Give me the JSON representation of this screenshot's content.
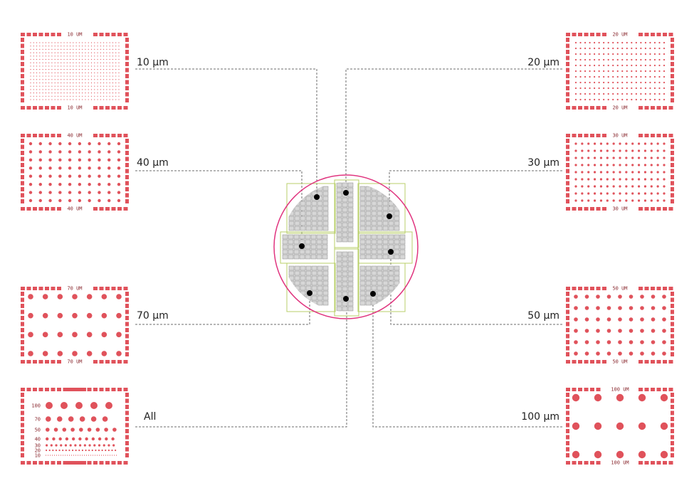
{
  "colors": {
    "pattern_red": "#e0525b",
    "wafer_ring": "#e0357f",
    "die_fill": "#d7d7d7",
    "die_line": "#8a8a8a",
    "field_outline": "#b8cf6a",
    "leader_line": "#6d6d6d",
    "marker": "#000000"
  },
  "callouts": {
    "left": [
      {
        "label": "10 µm",
        "tag": "10 UM"
      },
      {
        "label": "40 µm",
        "tag": "40 UM"
      },
      {
        "label": "70 µm",
        "tag": "70 UM"
      },
      {
        "label": "All"
      }
    ],
    "right": [
      {
        "label": "20 µm",
        "tag": "20 UM"
      },
      {
        "label": "30 µm",
        "tag": "30 UM"
      },
      {
        "label": "50 µm",
        "tag": "50 UM"
      },
      {
        "label": "100 µm",
        "tag": "100 UM"
      }
    ]
  },
  "all_rows": [
    "100",
    "70",
    "50",
    "40",
    "30",
    "20",
    "10"
  ]
}
